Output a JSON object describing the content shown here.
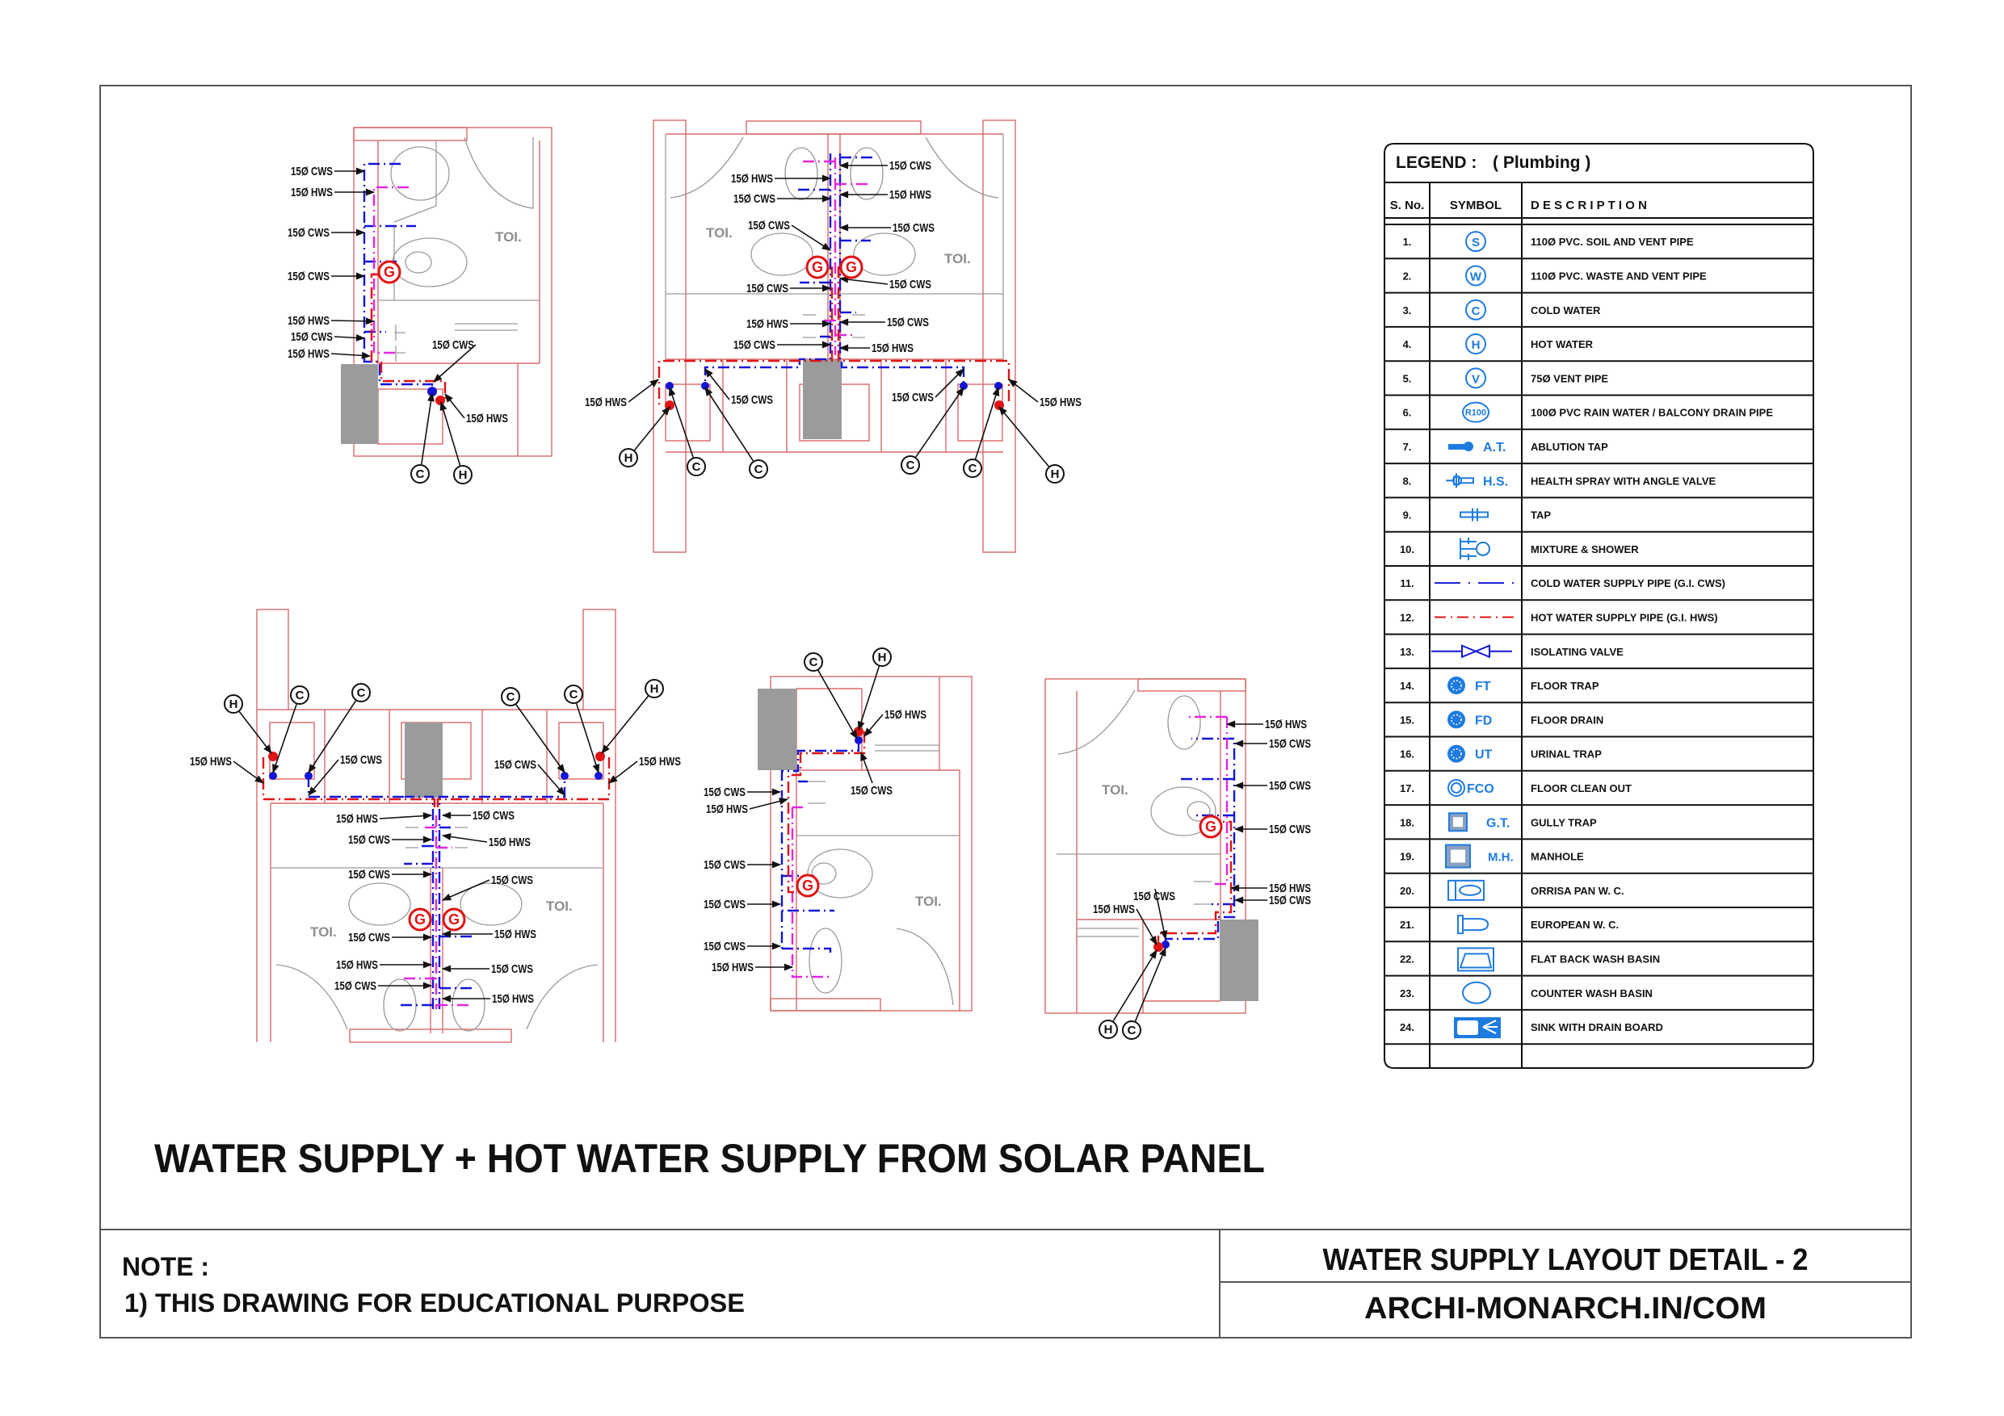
{
  "title": "WATER SUPPLY + HOT WATER SUPPLY FROM SOLAR PANEL",
  "note": {
    "heading": "NOTE :",
    "line1": "1) THIS DRAWING FOR EDUCATIONAL PURPOSE"
  },
  "title_block": {
    "drawing_title": "WATER SUPPLY LAYOUT DETAIL - 2",
    "website": "ARCHI-MONARCH.IN/COM"
  },
  "colors": {
    "cold_water_pipe": "#1414d8",
    "hot_water_pipe": "#e01414",
    "hot_branch": "#e028e0",
    "walls": "#d86a6a",
    "legend_symbol": "#1e7be0"
  },
  "legend": {
    "title": "LEGEND :",
    "subtitle": "( Plumbing )",
    "headers": {
      "sno": "S. No.",
      "symbol": "SYMBOL",
      "description": "D E S C R I P T I O N"
    },
    "items": [
      {
        "no": "1.",
        "icon": "soil-pipe-icon",
        "symbol_text": "S",
        "description": "110Ø PVC. SOIL AND VENT PIPE"
      },
      {
        "no": "2.",
        "icon": "waste-pipe-icon",
        "symbol_text": "W",
        "description": "110Ø PVC. WASTE AND VENT PIPE"
      },
      {
        "no": "3.",
        "icon": "cold-water-icon",
        "symbol_text": "C",
        "description": "COLD WATER"
      },
      {
        "no": "4.",
        "icon": "hot-water-icon",
        "symbol_text": "H",
        "description": "HOT WATER"
      },
      {
        "no": "5.",
        "icon": "vent-pipe-icon",
        "symbol_text": "V",
        "description": "75Ø VENT PIPE"
      },
      {
        "no": "6.",
        "icon": "rain-water-pipe-icon",
        "symbol_text": "R100",
        "description": "100Ø PVC RAIN WATER / BALCONY DRAIN PIPE"
      },
      {
        "no": "7.",
        "icon": "ablution-tap-icon",
        "symbol_text": "A.T.",
        "description": "ABLUTION TAP"
      },
      {
        "no": "8.",
        "icon": "health-spray-icon",
        "symbol_text": "H.S.",
        "description": "HEALTH SPRAY WITH ANGLE VALVE"
      },
      {
        "no": "9.",
        "icon": "tap-icon",
        "symbol_text": "",
        "description": "TAP"
      },
      {
        "no": "10.",
        "icon": "mixture-shower-icon",
        "symbol_text": "",
        "description": "MIXTURE & SHOWER"
      },
      {
        "no": "11.",
        "icon": "cold-water-pipe-line-icon",
        "symbol_text": "",
        "description": "COLD WATER SUPPLY PIPE (G.I. CWS)"
      },
      {
        "no": "12.",
        "icon": "hot-water-pipe-line-icon",
        "symbol_text": "",
        "description": "HOT WATER SUPPLY PIPE (G.I. HWS)"
      },
      {
        "no": "13.",
        "icon": "isolating-valve-icon",
        "symbol_text": "",
        "description": "ISOLATING VALVE"
      },
      {
        "no": "14.",
        "icon": "floor-trap-icon",
        "symbol_text": "FT",
        "description": "FLOOR TRAP"
      },
      {
        "no": "15.",
        "icon": "floor-drain-icon",
        "symbol_text": "FD",
        "description": "FLOOR DRAIN"
      },
      {
        "no": "16.",
        "icon": "urinal-trap-icon",
        "symbol_text": "UT",
        "description": "URINAL TRAP"
      },
      {
        "no": "17.",
        "icon": "floor-clean-out-icon",
        "symbol_text": "FCO",
        "description": "FLOOR CLEAN OUT"
      },
      {
        "no": "18.",
        "icon": "gully-trap-icon",
        "symbol_text": "G.T.",
        "description": "GULLY TRAP"
      },
      {
        "no": "19.",
        "icon": "manhole-icon",
        "symbol_text": "M.H.",
        "description": "MANHOLE"
      },
      {
        "no": "20.",
        "icon": "orissa-pan-icon",
        "symbol_text": "",
        "description": "ORRISA PAN W. C."
      },
      {
        "no": "21.",
        "icon": "european-wc-icon",
        "symbol_text": "",
        "description": "EUROPEAN W. C."
      },
      {
        "no": "22.",
        "icon": "flat-back-basin-icon",
        "symbol_text": "",
        "description": "FLAT BACK WASH BASIN"
      },
      {
        "no": "23.",
        "icon": "counter-basin-icon",
        "symbol_text": "",
        "description": "COUNTER WASH BASIN"
      },
      {
        "no": "24.",
        "icon": "sink-drain-board-icon",
        "symbol_text": "",
        "description": "SINK WITH DRAIN BOARD"
      }
    ]
  },
  "plans": [
    {
      "rooms": [
        "TOI."
      ],
      "gas": [
        "G"
      ],
      "markers": [
        "C",
        "H"
      ],
      "labels": [
        "15Ø CWS",
        "15Ø HWS",
        "15Ø CWS",
        "15Ø CWS",
        "15Ø HWS",
        "15Ø CWS",
        "15Ø HWS",
        "15Ø CWS",
        "15Ø HWS"
      ]
    },
    {
      "rooms": [
        "TOI.",
        "TOI."
      ],
      "gas": [
        "G",
        "G"
      ],
      "markers": [
        "H",
        "C",
        "C",
        "C",
        "C",
        "H"
      ],
      "labels": [
        "15Ø CWS",
        "15Ø HWS",
        "15Ø CWS",
        "15Ø HWS",
        "15Ø CWS",
        "15Ø CWS",
        "15Ø CWS",
        "15Ø CWS",
        "15Ø HWS",
        "15Ø CWS",
        "15Ø CWS",
        "15Ø HWS",
        "15Ø HWS",
        "15Ø CWS",
        "15Ø CWS",
        "15Ø HWS"
      ]
    },
    {
      "rooms": [
        "TOI.",
        "TOI."
      ],
      "gas": [
        "G",
        "G"
      ],
      "markers": [
        "H",
        "C",
        "C",
        "C",
        "C",
        "H"
      ],
      "labels": [
        "15Ø HWS",
        "15Ø CWS",
        "15Ø CWS",
        "15Ø HWS",
        "15Ø HWS",
        "15Ø CWS",
        "15Ø CWS",
        "15Ø HWS",
        "15Ø CWS",
        "15Ø CWS",
        "15Ø CWS",
        "15Ø HWS",
        "15Ø HWS",
        "15Ø CWS",
        "15Ø CWS",
        "15Ø HWS"
      ]
    },
    {
      "rooms": [
        "TOI."
      ],
      "gas": [
        "G"
      ],
      "markers": [
        "C",
        "H"
      ],
      "labels": [
        "15Ø HWS",
        "15Ø CWS",
        "15Ø CWS",
        "15Ø HWS",
        "15Ø CWS",
        "15Ø CWS",
        "15Ø CWS",
        "15Ø HWS"
      ]
    },
    {
      "rooms": [
        "TOI."
      ],
      "gas": [
        "G"
      ],
      "markers": [
        "H",
        "C"
      ],
      "labels": [
        "15Ø HWS",
        "15Ø CWS",
        "15Ø CWS",
        "15Ø CWS",
        "15Ø HWS",
        "15Ø CWS",
        "15Ø CWS",
        "15Ø HWS"
      ]
    }
  ]
}
